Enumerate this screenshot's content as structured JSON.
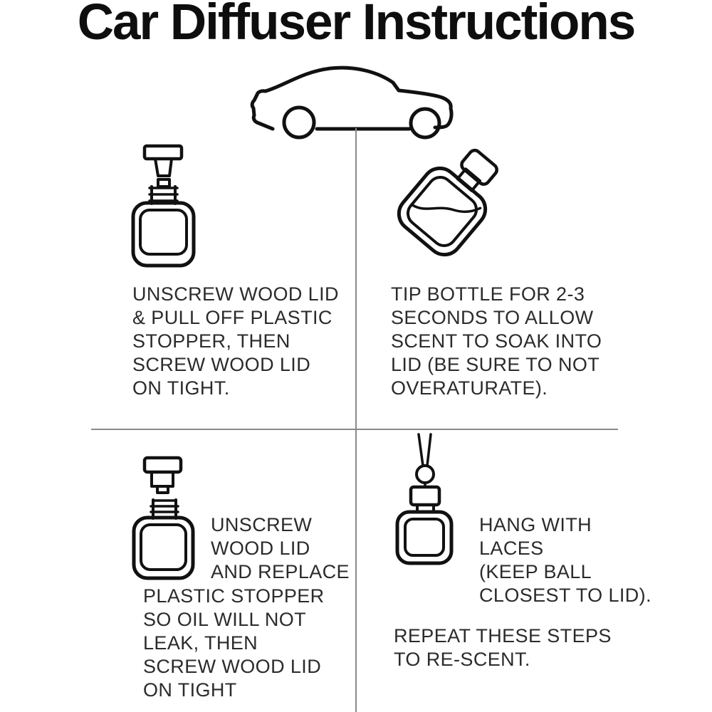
{
  "page": {
    "background": "#ffffff",
    "text_color": "#2b2b2b",
    "line_art_color": "#111111",
    "divider_color": "#8a8a8a"
  },
  "title": "Car Diffuser Instructions",
  "icons": {
    "car": "car-side-outline",
    "step1": "diffuser-bottle-lid-off",
    "step2": "diffuser-bottle-tipped",
    "step3": "diffuser-bottle-stopper-replaced",
    "step4": "diffuser-bottle-hanging-laces"
  },
  "steps": {
    "step1": {
      "text": "UNSCREW WOOD LID\n& PULL OFF PLASTIC\nSTOPPER, THEN\nSCREW WOOD LID\nON TIGHT."
    },
    "step2": {
      "text": "TIP BOTTLE FOR 2-3\nSECONDS TO ALLOW\nSCENT TO SOAK INTO\nLID (BE SURE TO NOT\nOVERATURATE)."
    },
    "step3": {
      "text_beside": "UNSCREW\nWOOD LID\nAND REPLACE",
      "text_below": "PLASTIC STOPPER\nSO OIL WILL NOT\nLEAK, THEN\nSCREW WOOD LID\nON TIGHT"
    },
    "step4": {
      "text": "HANG WITH\nLACES\n(KEEP BALL\nCLOSEST TO LID).",
      "footer": "REPEAT THESE STEPS\nTO RE-SCENT."
    }
  }
}
